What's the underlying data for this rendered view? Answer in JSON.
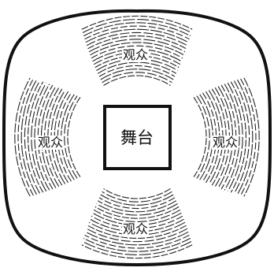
{
  "diagram": {
    "stage_label": "舞台",
    "sections": {
      "top": "观众",
      "left": "观众",
      "right": "观众",
      "bottom": "观众"
    }
  }
}
